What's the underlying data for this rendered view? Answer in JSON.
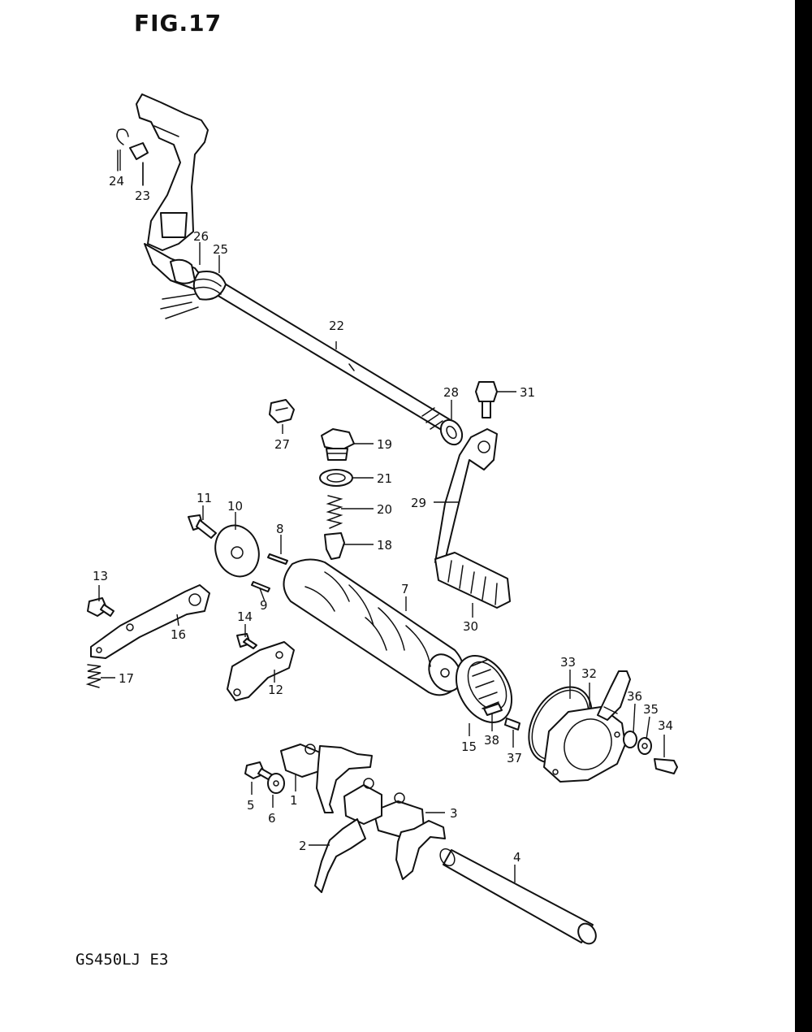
{
  "figure": {
    "title": "FIG.17",
    "model": "GS450LJ E3"
  },
  "callouts": [
    "1",
    "2",
    "3",
    "4",
    "5",
    "6",
    "7",
    "8",
    "9",
    "10",
    "11",
    "12",
    "13",
    "14",
    "15",
    "16",
    "17",
    "18",
    "19",
    "20",
    "21",
    "22",
    "23",
    "24",
    "25",
    "26",
    "27",
    "28",
    "29",
    "30",
    "31",
    "32",
    "33",
    "34",
    "35",
    "36",
    "37",
    "38"
  ]
}
